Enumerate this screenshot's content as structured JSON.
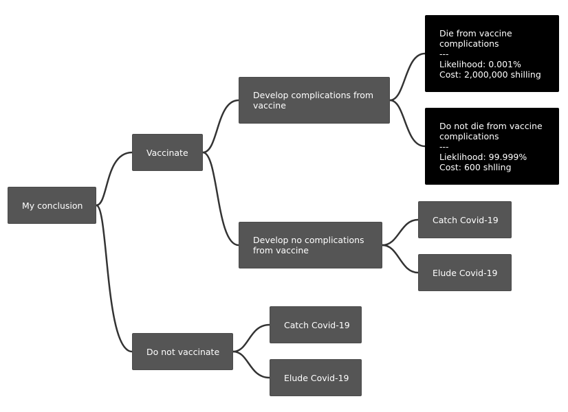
{
  "nodes": {
    "root": {
      "label": "My conclusion"
    },
    "vaccinate": {
      "label": "Vaccinate"
    },
    "not_vaccinate": {
      "label": "Do not vaccinate"
    },
    "develop_complications": {
      "label": "Develop complications from vaccine"
    },
    "no_complications": {
      "label": "Develop no complications from vaccine"
    },
    "die": {
      "title": "Die from vaccine complications",
      "separator": "---",
      "likelihood": "Likelihood: 0.001%",
      "cost": "Cost: 2,000,000 shilling"
    },
    "not_die": {
      "title": "Do not die from vaccine complications",
      "separator": "---",
      "likelihood": "Lieklihood: 99.999%",
      "cost": "Cost: 600 shlling"
    },
    "nc_catch": {
      "label": "Catch Covid-19"
    },
    "nc_elude": {
      "label": "Elude Covid-19"
    },
    "nv_catch": {
      "label": "Catch Covid-19"
    },
    "nv_elude": {
      "label": "Elude Covid-19"
    }
  },
  "colors": {
    "node_fill": "#555555",
    "leaf_highlight_fill": "#000000",
    "text": "#ffffff",
    "edge": "#333333"
  }
}
